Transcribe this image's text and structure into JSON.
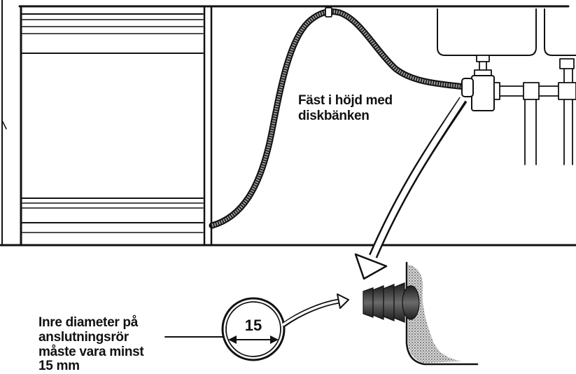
{
  "labels": {
    "attach_note": [
      "Fäst i höjd med",
      "diskbänken"
    ],
    "diameter_note": [
      "Inre diameter på",
      "anslutningsrör",
      "måste vara minst",
      "15 mm"
    ],
    "diameter_value": "15"
  }
}
